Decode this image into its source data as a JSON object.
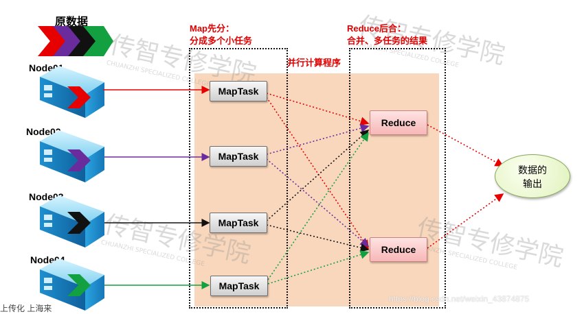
{
  "legend": {
    "title": "原数据",
    "chevron_colors": [
      "#e60000",
      "#6a2c9c",
      "#111111",
      "#12a040"
    ]
  },
  "nodes": [
    {
      "label": "Node01",
      "color": "#e60000"
    },
    {
      "label": "Node02",
      "color": "#6a2c9c"
    },
    {
      "label": "Node03",
      "color": "#111111"
    },
    {
      "label": "Node04",
      "color": "#12a040"
    }
  ],
  "map_stage": {
    "line1": "Map先分：",
    "line2": "分成多个小任务",
    "task_label": "MapTask"
  },
  "parallel_label": "并行计算程序",
  "reduce_stage": {
    "line1": "Reduce后合：",
    "line2": "合并、多任务的结果",
    "task_label": "Reduce"
  },
  "output": {
    "line1": "数据的",
    "line2": "输出"
  },
  "watermark": {
    "text": "https://blog.csdn.net/weixin_43874875",
    "logo_chars": "传智专修学院",
    "logo_en": "CHUANZHI SPECIALIZED COLLEGE",
    "corner_text": "上传化 上海来"
  },
  "colors": {
    "red": "#e60000",
    "purple": "#6a2c9c",
    "black": "#111111",
    "green": "#12a040",
    "band": "#f9d7bc"
  }
}
